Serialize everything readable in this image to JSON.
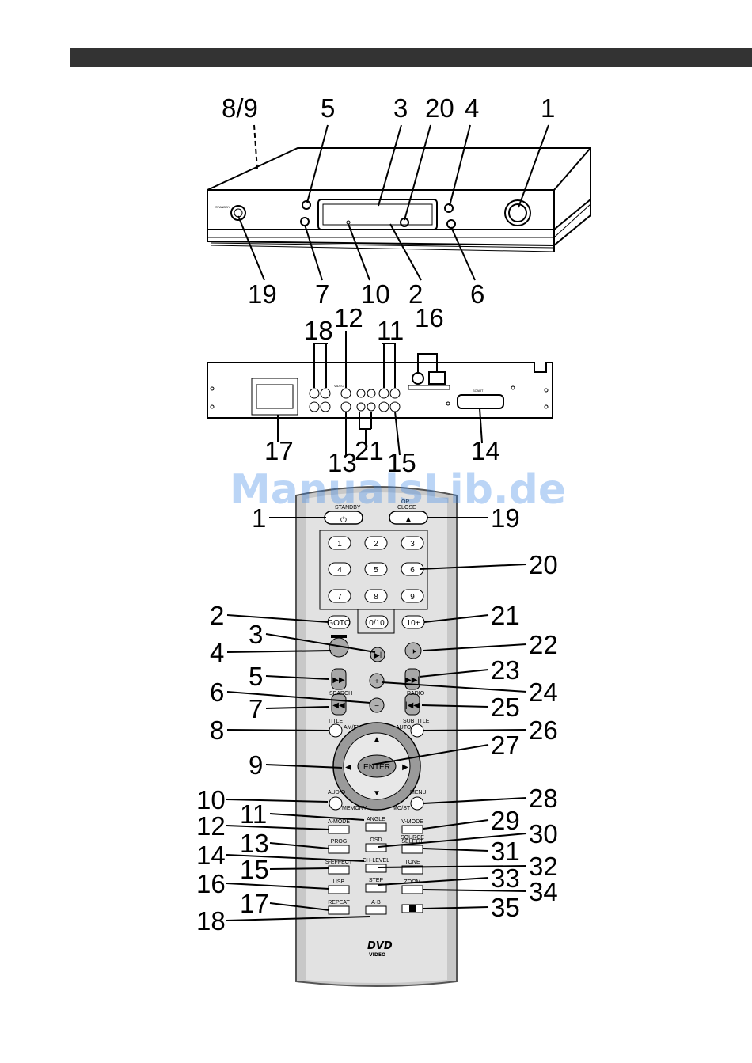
{
  "watermark": "ManualsLib.de",
  "front_panel": {
    "callouts": [
      "8/9",
      "5",
      "3",
      "20",
      "4",
      "1",
      "19",
      "7",
      "10",
      "2",
      "6"
    ],
    "labels": {
      "standby": "STANDBY"
    }
  },
  "rear_panel": {
    "callouts": [
      "18",
      "12",
      "11",
      "16",
      "17",
      "13",
      "21",
      "15",
      "14"
    ],
    "labels": {
      "video": "VIDEO",
      "scart": "SCART"
    }
  },
  "remote": {
    "callouts_left": [
      "1",
      "2",
      "3",
      "4",
      "5",
      "6",
      "7",
      "8",
      "9",
      "10",
      "11",
      "12",
      "13",
      "14",
      "15",
      "16",
      "17",
      "18"
    ],
    "callouts_right": [
      "19",
      "20",
      "21",
      "22",
      "23",
      "24",
      "25",
      "26",
      "27",
      "28",
      "29",
      "30",
      "31",
      "32",
      "33",
      "34",
      "35"
    ],
    "labels": {
      "standby": "STANDBY",
      "open_close_1": "OP",
      "open_close_2": "CLOSE",
      "search": "SEARCH",
      "radio": "RADIO",
      "title": "TITLE",
      "am_fm": "AM/FM",
      "subtitle": "SUBTITLE",
      "auto": "AUTO",
      "enter": "ENTER",
      "audio": "AUDIO",
      "memory": "MEMORY",
      "menu": "MENU",
      "mo_st": "MO/ST",
      "a_mode": "A-MODE",
      "angle": "ANGLE",
      "v_mode": "V-MODE",
      "prog": "PROG",
      "osd": "OSD",
      "source_select_1": "SOURCE",
      "source_select_2": "SELECT",
      "s_effect": "S-EFFECT",
      "ch_level": "CH-LEVEL",
      "tone": "TONE",
      "usb": "USB",
      "step": "STEP",
      "zoom": "ZOOM",
      "repeat": "REPEAT",
      "a_b": "A-B",
      "goto": "GOTO",
      "zero_ten": "0/10",
      "ten_plus": "10+",
      "dvd_logo": "DVD",
      "video_logo": "VIDEO"
    },
    "digits": [
      "1",
      "2",
      "3",
      "4",
      "5",
      "6",
      "7",
      "8",
      "9"
    ]
  }
}
